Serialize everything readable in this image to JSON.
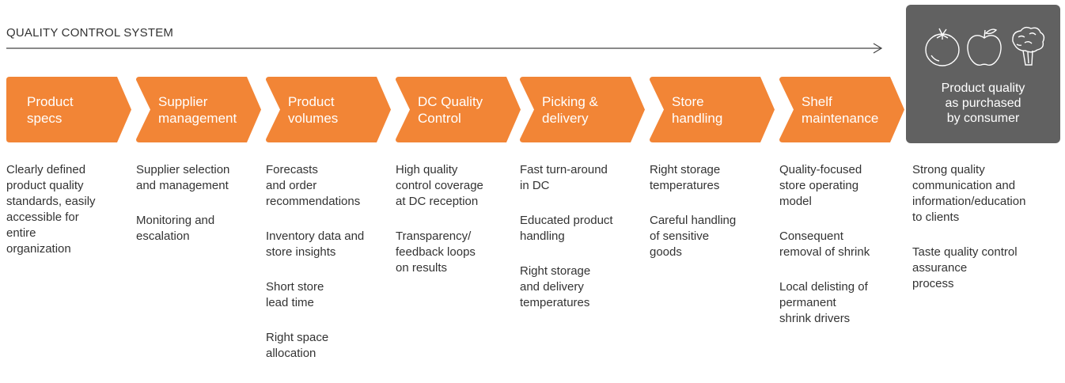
{
  "title": "QUALITY CONTROL SYSTEM",
  "colors": {
    "accent": "#F28536",
    "panel": "#616161",
    "text": "#333333"
  },
  "steps": [
    {
      "label": "Product\nspecs",
      "details": [
        "Clearly defined\nproduct quality\nstandards, easily\naccessible for\nentire\norganization"
      ]
    },
    {
      "label": "Supplier\nmanagement",
      "details": [
        "Supplier selection\nand management",
        "Monitoring and\nescalation"
      ]
    },
    {
      "label": "Product\nvolumes",
      "details": [
        "Forecasts\nand order\nrecommendations",
        "Inventory data and\nstore insights",
        "Short store\nlead time",
        "Right space\nallocation"
      ]
    },
    {
      "label": "DC Quality\nControl",
      "details": [
        "High quality\ncontrol coverage\nat DC reception",
        "Transparency/\nfeedback loops\non results"
      ]
    },
    {
      "label": "Picking &\ndelivery",
      "details": [
        "Fast turn-around\nin DC",
        "Educated product\nhandling",
        "Right storage\nand delivery\ntemperatures"
      ]
    },
    {
      "label": "Store\nhandling",
      "details": [
        "Right storage\ntemperatures",
        "Careful handling\nof sensitive\ngoods"
      ]
    },
    {
      "label": "Shelf\nmaintenance",
      "details": [
        "Quality-focused\nstore operating\nmodel",
        "Consequent\nremoval of shrink",
        "Local delisting of\npermanent\nshrink drivers"
      ]
    }
  ],
  "outcome": {
    "label": "Product quality\nas purchased\nby consumer",
    "icons": [
      "tomato-icon",
      "apple-icon",
      "broccoli-icon"
    ],
    "details": [
      "Strong quality\ncommunication and\ninformation/education\nto clients",
      "Taste quality control\nassurance\nprocess"
    ]
  }
}
